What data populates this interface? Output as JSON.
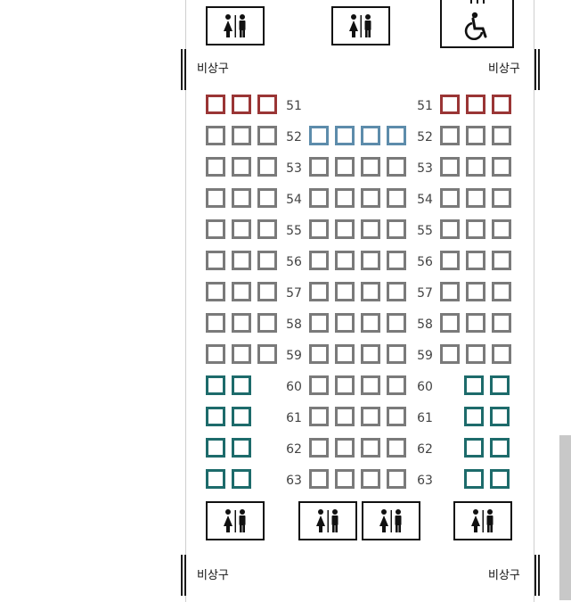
{
  "colors": {
    "regular_seat": "#7a7a7a",
    "premium_seat": "#9a3535",
    "selected_seat": "#5d8cab",
    "wide_seat": "#1d6b6b",
    "outline": "#111111"
  },
  "exits": {
    "top_left": "비상구",
    "top_right": "비상구",
    "bottom_left": "비상구",
    "bottom_right": "비상구"
  },
  "lavatories": {
    "top": [
      "restroom-icon",
      "restroom-icon",
      "accessible-restroom-icon"
    ],
    "bottom": [
      "restroom-icon",
      "restroom-icon",
      "restroom-icon",
      "restroom-icon"
    ]
  },
  "seat_map": {
    "rows": [
      {
        "number": "51",
        "left": "premium",
        "middle": "none",
        "right": "premium"
      },
      {
        "number": "52",
        "left": "regular",
        "middle": "selected",
        "right": "regular"
      },
      {
        "number": "53",
        "left": "regular",
        "middle": "regular",
        "right": "regular"
      },
      {
        "number": "54",
        "left": "regular",
        "middle": "regular",
        "right": "regular"
      },
      {
        "number": "55",
        "left": "regular",
        "middle": "regular",
        "right": "regular"
      },
      {
        "number": "56",
        "left": "regular",
        "middle": "regular",
        "right": "regular"
      },
      {
        "number": "57",
        "left": "regular",
        "middle": "regular",
        "right": "regular"
      },
      {
        "number": "58",
        "left": "regular",
        "middle": "regular",
        "right": "regular"
      },
      {
        "number": "59",
        "left": "regular",
        "middle": "regular",
        "right": "regular"
      },
      {
        "number": "60",
        "left": "wide",
        "middle": "regular",
        "right": "wide"
      },
      {
        "number": "61",
        "left": "wide",
        "middle": "regular",
        "right": "wide"
      },
      {
        "number": "62",
        "left": "wide",
        "middle": "regular",
        "right": "wide"
      },
      {
        "number": "63",
        "left": "wide",
        "middle": "regular",
        "right": "wide"
      }
    ]
  }
}
